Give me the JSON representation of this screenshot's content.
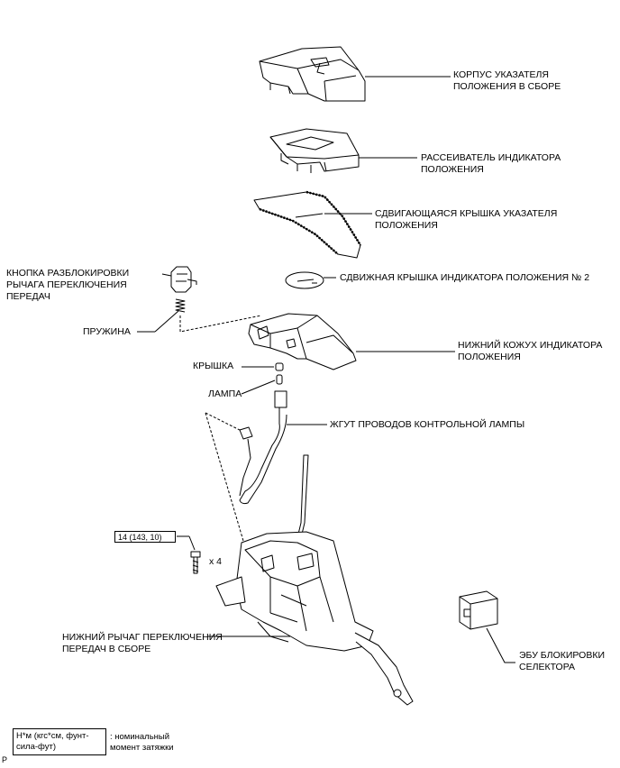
{
  "labels": {
    "indicator_housing": "КОРПУС УКАЗАТЕЛЯ\nПОЛОЖЕНИЯ В СБОРЕ",
    "indicator_diffuser": "РАССЕИВАТЕЛЬ ИНДИКАТОРА\nПОЛОЖЕНИЯ",
    "slide_cover": "СДВИГАЮЩАЯСЯ КРЫШКА УКАЗАТЕЛЯ\nПОЛОЖЕНИЯ",
    "slide_cover_2": "СДВИЖНАЯ КРЫШКА ИНДИКАТОРА ПОЛОЖЕНИЯ № 2",
    "release_button": "КНОПКА РАЗБЛОКИРОВКИ\nРЫЧАГА ПЕРЕКЛЮЧЕНИЯ\nПЕРЕДАЧ",
    "spring": "ПРУЖИНА",
    "lower_housing": "НИЖНИЙ КОЖУХ ИНДИКАТОРА\nПОЛОЖЕНИЯ",
    "cap": "КРЫШКА",
    "lamp": "ЛАМПА",
    "wire_harness": "ЖГУТ ПРОВОДОВ КОНТРОЛЬНОЙ ЛАМПЫ",
    "lower_lever": "НИЖНИЙ РЫЧАГ ПЕРЕКЛЮЧЕНИЯ\nПЕРЕДАЧ В СБОРЕ",
    "ecu": "ЭБУ БЛОКИРОВКИ\nСЕЛЕКТОРА"
  },
  "torque": {
    "value": "14 (143, 10)",
    "multiplier": "x 4"
  },
  "legend": {
    "unit": "Н*м (кгс*см, фунт-\nсила-фут)",
    "description": ": номинальный\nмомент затяжки"
  },
  "corner_mark": "P"
}
